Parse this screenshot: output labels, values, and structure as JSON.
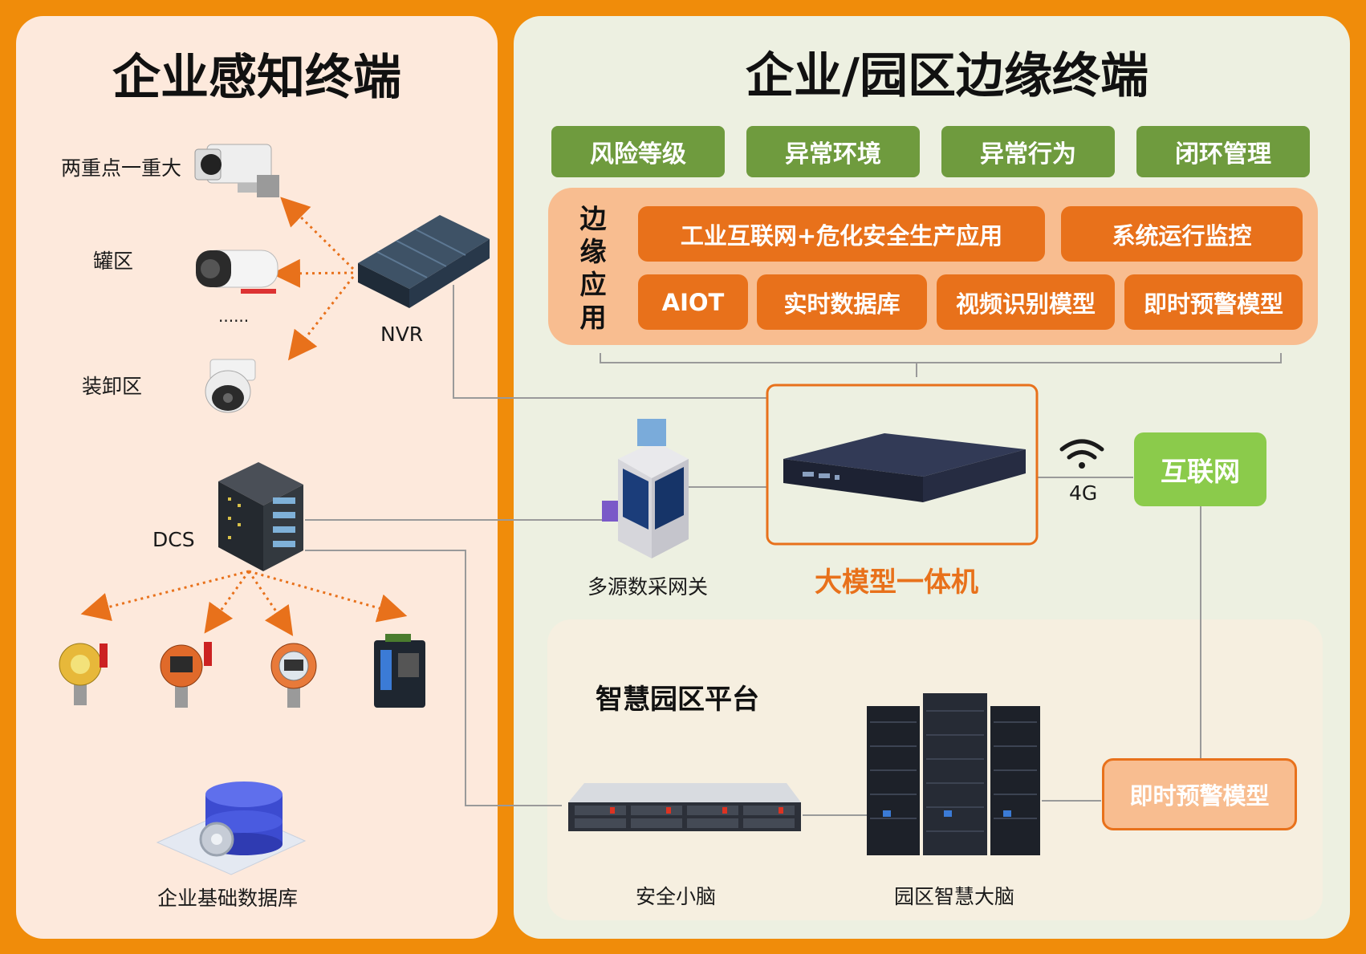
{
  "left_panel": {
    "title": "企业感知终端",
    "camera_labels": [
      "两重点一重大",
      "罐区",
      "......",
      "装卸区"
    ],
    "nvr_label": "NVR",
    "dcs_label": "DCS",
    "database_label": "企业基础数据库"
  },
  "right_panel": {
    "title": "企业/园区边缘终端",
    "top_tags": [
      "风险等级",
      "异常环境",
      "异常行为",
      "闭环管理"
    ],
    "edge_app": {
      "label_chars": [
        "边",
        "缘",
        "应",
        "用"
      ],
      "row1": [
        "工业互联网+危化安全生产应用",
        "系统运行监控"
      ],
      "row2": [
        "AIOT",
        "实时数据库",
        "视频识别模型",
        "即时预警模型"
      ]
    },
    "gateway_label": "多源数采网关",
    "appliance_label": "大模型一体机",
    "network_label": "4G",
    "internet_label": "互联网",
    "platform": {
      "title": "智慧园区平台",
      "safety_brain_label": "安全小脑",
      "park_brain_label": "园区智慧大脑",
      "warning_box_label": "即时预警模型"
    }
  },
  "colors": {
    "frame": "#f08c0a",
    "left_bg": "#fde9dc",
    "right_bg": "#edf0e1",
    "green_tag": "#6f9b3e",
    "orange_btn": "#e8711b",
    "internet": "#8bcb4b",
    "appliance_label": "#e8711b"
  }
}
